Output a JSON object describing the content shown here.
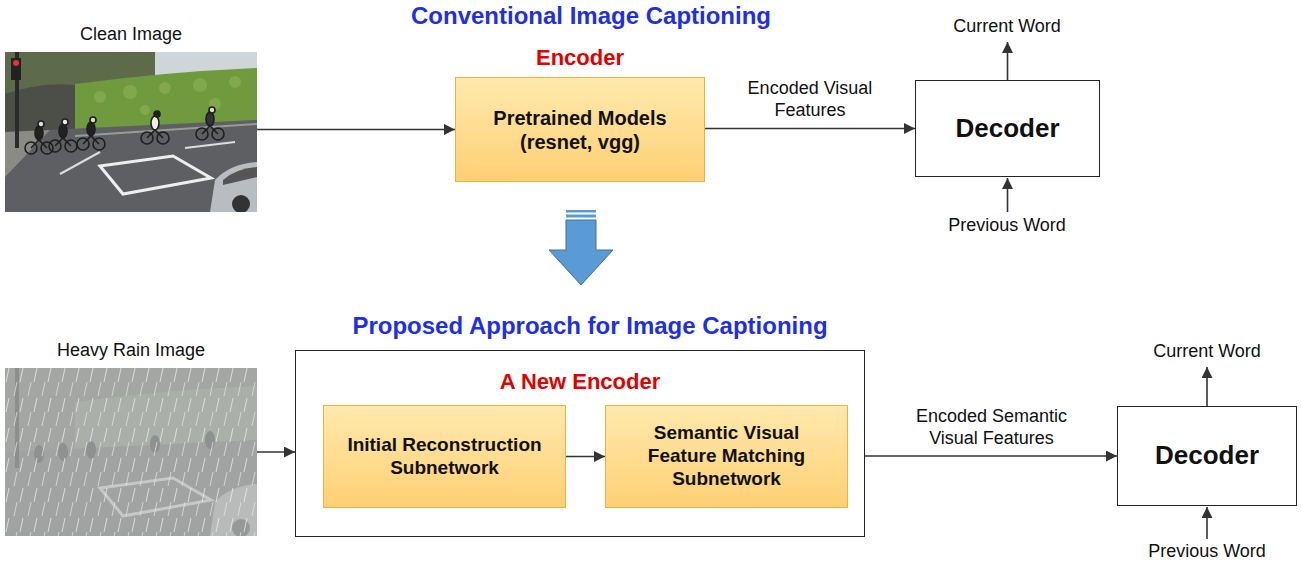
{
  "diagram": {
    "nodes": [
      {
        "text": [
          "Clean Image"
        ]
      },
      {
        "text": [
          "Encoder",
          "Pretrained Models (resnet, vgg)"
        ]
      },
      {
        "text": [
          "Decoder"
        ]
      },
      {
        "text": [
          "Heavy Rain Image"
        ]
      },
      {
        "text": [
          "A New Encoder"
        ]
      },
      {
        "text": [
          "Initial Reconstruction Subnetwork"
        ],
        "in": 4
      },
      {
        "text": [
          "Semantic Visual Feature Matching Subnetwork"
        ],
        "in": 4
      },
      {
        "text": [
          "Decoder"
        ]
      }
    ],
    "edges": [
      {
        "from": 0,
        "to": 1,
        "arrow": "to"
      },
      {
        "from": 1,
        "to": 2,
        "label": "Encoded Visual Features",
        "arrow": "to"
      },
      {
        "from": 3,
        "to": 4,
        "arrow": "to"
      },
      {
        "from": 5,
        "to": 6,
        "arrow": "to"
      },
      {
        "from": 4,
        "to": 7,
        "label": "Encoded Semantic Visual Features",
        "arrow": "to"
      }
    ],
    "labels": [
      "Conventional Image Captioning",
      "Current Word",
      "Previous Word",
      "Proposed Approach for Image Captioning",
      "Current Word",
      "Previous Word"
    ]
  }
}
